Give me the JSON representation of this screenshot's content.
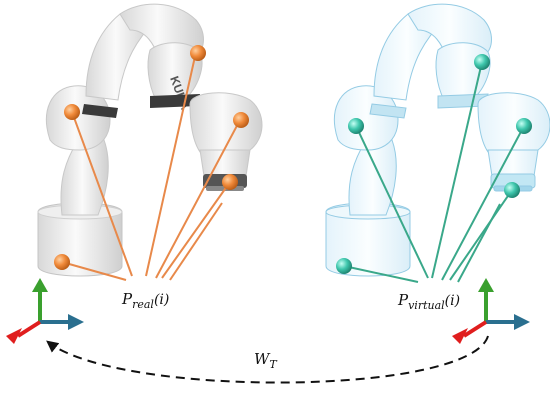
{
  "diagram": {
    "real_robot": {
      "brand_text": "KUKA",
      "marker_color": "#e07a2e",
      "link_color": "#e8894a",
      "label": {
        "base": "P",
        "sub": "real",
        "arg": "(i)"
      }
    },
    "virtual_robot": {
      "marker_color": "#3fbfa8",
      "link_color": "#3aa88a",
      "label": {
        "base": "P",
        "sub": "virtual",
        "arg": "(i)"
      }
    },
    "transform": {
      "base": "W",
      "sub": "T"
    },
    "axis_colors": {
      "x": "#2a6f8f",
      "y": "#3aa02e",
      "z": "#e01e1e"
    }
  }
}
